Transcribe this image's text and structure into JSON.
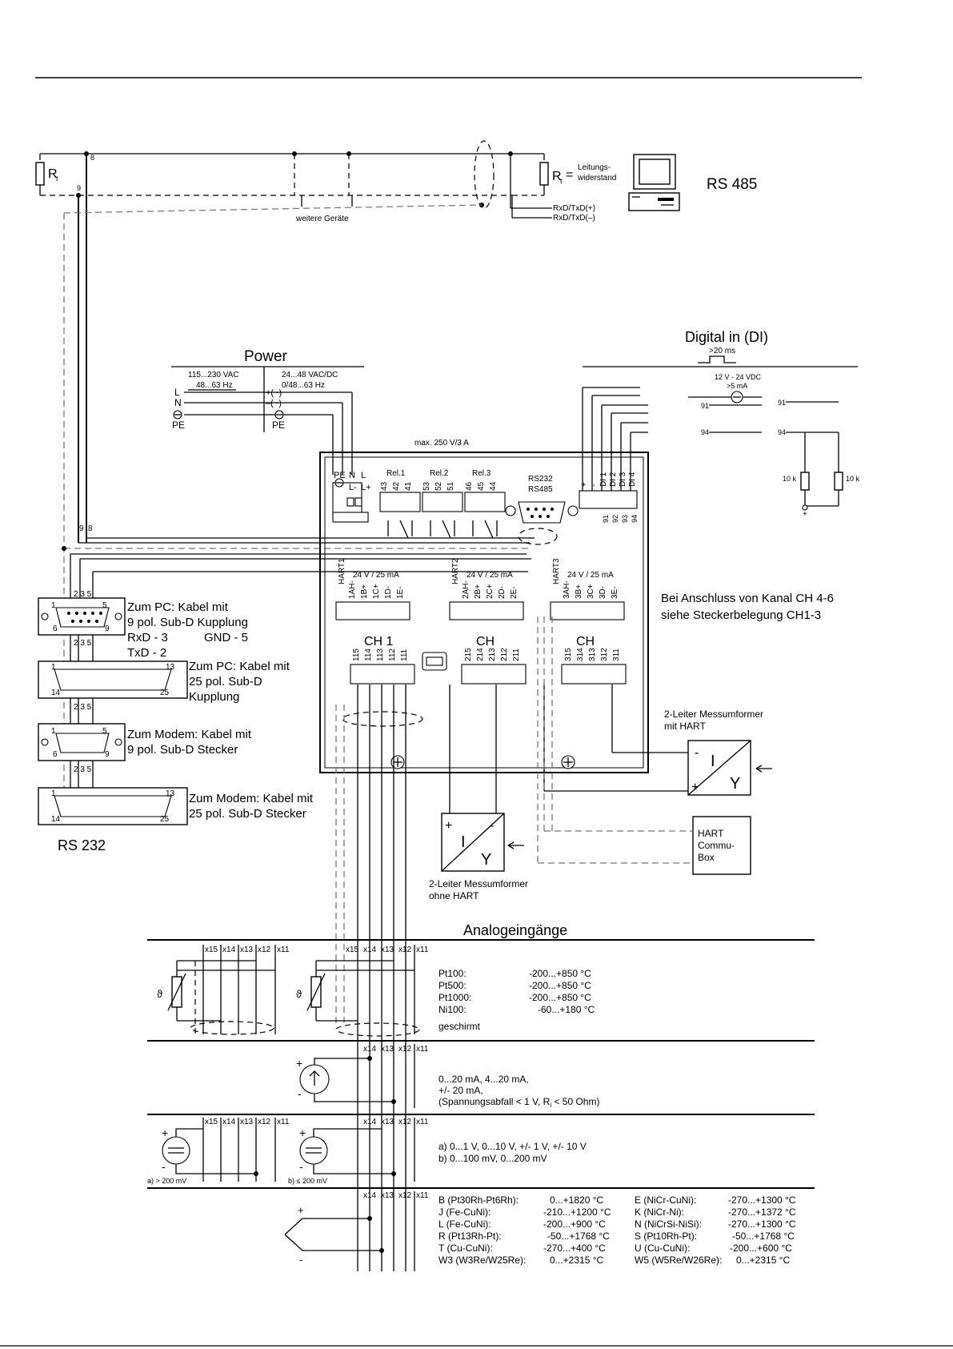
{
  "rs485": {
    "title": "RS 485",
    "r_left": "R",
    "r_left_sub": "t",
    "r_right": "R",
    "r_right_sub": "t",
    "r_right_eq": "=",
    "r_note_1": "Leitungs-",
    "r_note_2": "widerstand",
    "more_devices": "weitere Geräte",
    "rxtx_plus": "RxD/TxD(+)",
    "rxtx_minus": "RxD/TxD(–)",
    "pin8": "8",
    "pin9": "9"
  },
  "power": {
    "title": "Power",
    "ac_range": "115...230 VAC",
    "ac_freq": "48...63 Hz",
    "dc_range": "24...48 VAC/DC",
    "dc_freq": "0/48...63 Hz",
    "l": "L",
    "n": "N",
    "pe": "PE",
    "plus": "+(~)",
    "minus": "–(~)",
    "pe2": "PE",
    "max": "max. 250 V/3 A",
    "term_labels": [
      "PE",
      "N",
      "L",
      "L-",
      "L+"
    ]
  },
  "digital": {
    "title": "Digital in (DI)",
    "pulse": ">20 ms",
    "supply": "12 V - 24 VDC",
    "current": ">5 mA",
    "t91": "91",
    "t94": "94",
    "t91b": "91",
    "t94b": "94",
    "r1": "10 k",
    "r2": "10 k",
    "plus": "+",
    "di_labels": [
      "+",
      "-",
      "DI 1",
      "DI 2",
      "DI 3",
      "DI 4"
    ],
    "di_terms": [
      "91",
      "92",
      "93",
      "94"
    ]
  },
  "relays": {
    "rel1": "Rel.1",
    "rel2": "Rel.2",
    "rel3": "Rel.3",
    "rel1_terms": [
      "43",
      "42",
      "41"
    ],
    "rel2_terms": [
      "53",
      "52",
      "51"
    ],
    "rel3_terms": [
      "46",
      "45",
      "44"
    ],
    "rs232": "RS232",
    "rs485": "RS485"
  },
  "hart": {
    "supply": "24 V / 25 mA",
    "ch1_labels": [
      "HART1",
      "1AH-",
      "1B+",
      "1C+",
      "1D-",
      "1E-"
    ],
    "ch2_labels": [
      "HART2",
      "2AH-",
      "2B+",
      "2C+",
      "2D-",
      "2E-"
    ],
    "ch3_labels": [
      "HART3",
      "3AH-",
      "3B+",
      "3C+",
      "3D-",
      "3E-"
    ]
  },
  "channels": {
    "ch1": "CH 1",
    "ch2": "CH",
    "ch3": "CH",
    "ch1_terms": [
      "115",
      "114",
      "113",
      "112",
      "111"
    ],
    "ch2_terms": [
      "215",
      "214",
      "213",
      "212",
      "211"
    ],
    "ch3_terms": [
      "315",
      "314",
      "313",
      "312",
      "311"
    ],
    "note_1": "Bei Anschluss von Kanal CH 4-6",
    "note_2": "siehe Steckerbelegung CH1-3"
  },
  "rs232": {
    "title": "RS 232",
    "c1_line1": "Zum PC: Kabel mit",
    "c1_line2": "9 pol. Sub-D Kupplung",
    "c1_line3": "RxD - 3",
    "c1_line3b": "GND - 5",
    "c1_line4": "TxD - 2",
    "c2_line1": "Zum PC: Kabel mit",
    "c2_line2": "25 pol. Sub-D",
    "c2_line3": "Kupplung",
    "c3_line1": "Zum Modem: Kabel mit",
    "c3_line2": "9 pol. Sub-D Stecker",
    "c4_line1": "Zum Modem: Kabel mit",
    "c4_line2": "25 pol. Sub-D Stecker",
    "pins": "2 3 5",
    "p1": "1",
    "p5": "5",
    "p6": "6",
    "p9": "9",
    "p13": "13",
    "p14": "14",
    "p25": "25"
  },
  "transmitters": {
    "hart_label_1": "2-Leiter Messumformer",
    "hart_label_2": "mit HART",
    "nohart_label_1": "2-Leiter Messumformer",
    "nohart_label_2": "ohne HART",
    "commubox_1": "HART",
    "commubox_2": "Commu-",
    "commubox_3": "Box",
    "i": "I",
    "y": "Y",
    "plus": "+",
    "minus": "-"
  },
  "analog": {
    "title": "Analogeingänge",
    "cols5": [
      "x15",
      "x14",
      "x13",
      "x12",
      "x11"
    ],
    "cols4": [
      "x14",
      "x13",
      "x12",
      "x11"
    ],
    "rtd_lines": [
      [
        "Pt100:",
        "-200...+850 °C"
      ],
      [
        "Pt500:",
        "-200...+850 °C"
      ],
      [
        "Pt1000:",
        "-200...+850 °C"
      ],
      [
        "Ni100:",
        "-60...+180 °C"
      ]
    ],
    "shielded": "geschirmt",
    "current_1": "0...20 mA, 4...20 mA,",
    "current_2": "+/- 20 mA,",
    "current_3": "(Spannungsabfall < 1 V, R",
    "current_3_sub": "i",
    "current_3_end": " < 50 Ohm)",
    "volt_1": "a) 0...1 V, 0...10 V, +/- 1 V, +/- 10 V",
    "volt_2": "b) 0...100 mV, 0...200 mV",
    "volt_a": "a) > 200 mV",
    "volt_b": "b) ≤ 200 mV",
    "tc_left": [
      [
        "B (Pt30Rh-Pt6Rh):",
        "0...+1820 °C"
      ],
      [
        "J (Fe-CuNi):",
        "-210...+1200 °C"
      ],
      [
        "L (Fe-CuNi):",
        "-200...+900 °C"
      ],
      [
        "R (Pt13Rh-Pt):",
        "-50...+1768 °C"
      ],
      [
        "T (Cu-CuNi):",
        "-270...+400 °C"
      ],
      [
        "W3 (W3Re/W25Re):",
        "0...+2315 °C"
      ]
    ],
    "tc_right": [
      [
        "E (NiCr-CuNi):",
        "-270...+1300 °C"
      ],
      [
        "K (NiCr-Ni):",
        "-270...+1372 °C"
      ],
      [
        "N (NiCrSi-NiSi):",
        "-270...+1300 °C"
      ],
      [
        "S (Pt10Rh-Pt):",
        "-50...+1768 °C"
      ],
      [
        "U (Cu-CuNi):",
        "-200...+600 °C"
      ],
      [
        "W5 (W5Re/W26Re):",
        "0...+2315 °C"
      ]
    ]
  }
}
